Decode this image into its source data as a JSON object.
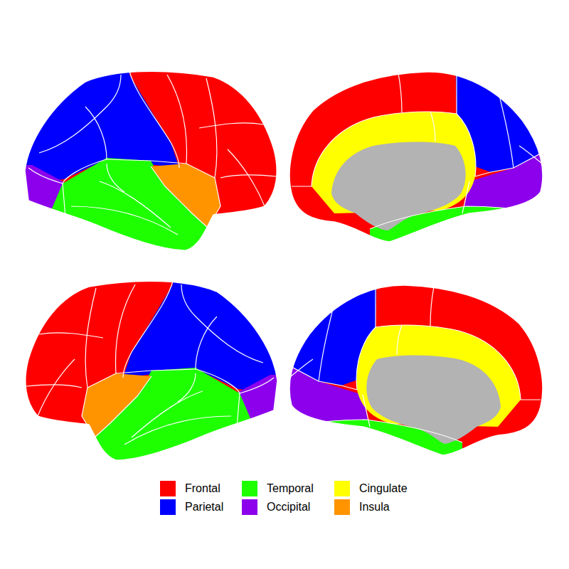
{
  "diagram": {
    "legend": [
      {
        "text": "Frontal",
        "color": "#ff0000"
      },
      {
        "text": "Parietal",
        "color": "#0000ff"
      },
      {
        "text": "Temporal",
        "color": "#1eff00"
      },
      {
        "text": "Occipital",
        "color": "#8c00ec"
      },
      {
        "text": "Cingulate",
        "color": "#ffff00"
      },
      {
        "text": "Insula",
        "color": "#ff9400"
      }
    ]
  }
}
